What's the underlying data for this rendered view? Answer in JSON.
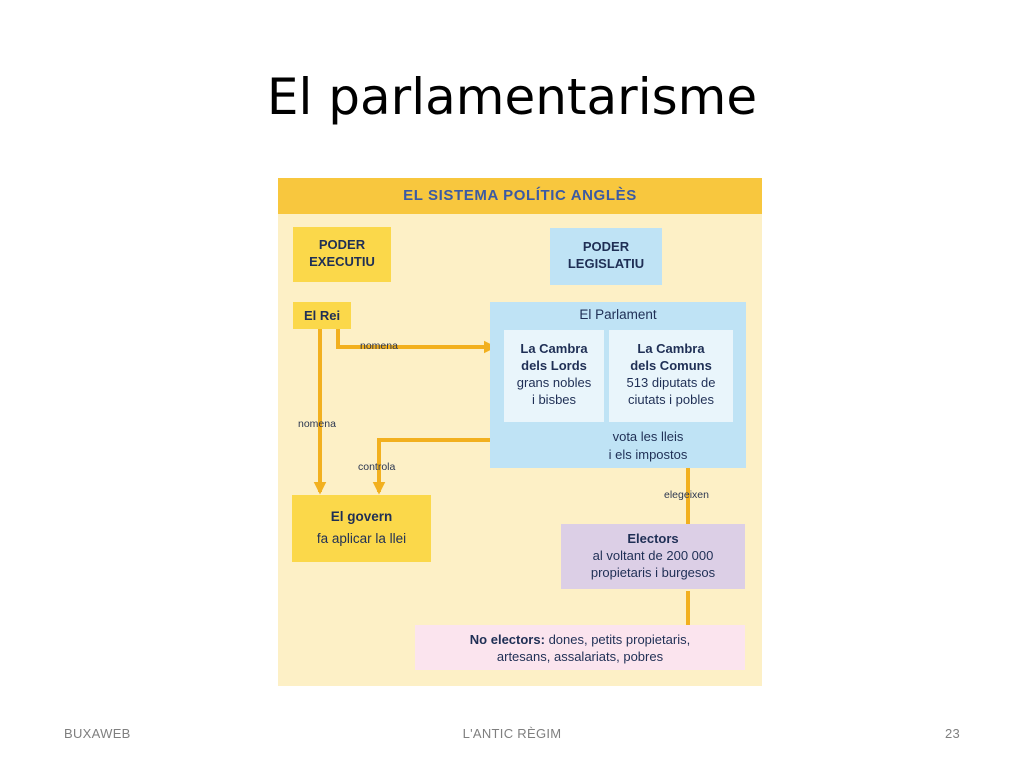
{
  "slide": {
    "title": "El parlamentarisme",
    "footer_left": "BUXAWEB",
    "footer_center": "L'ANTIC RÈGIM",
    "footer_right": "23"
  },
  "diagram": {
    "header": "EL SISTEMA POLÍTIC ANGLÈS",
    "poder_executiu": [
      "PODER",
      "EXECUTIU"
    ],
    "poder_legislatiu": [
      "PODER",
      "LEGISLATIU"
    ],
    "el_rei": "El Rei",
    "parlament": {
      "title": "El Parlament",
      "lords": {
        "title_1": "La Cambra",
        "title_2": "dels Lords",
        "desc_1": "grans nobles",
        "desc_2": "i bisbes"
      },
      "comuns": {
        "title_1": "La Cambra",
        "title_2": "dels Comuns",
        "desc_1": "513 diputats de",
        "desc_2": "ciutats i pobles"
      },
      "function_1": "vota les lleis",
      "function_2": "i els impostos"
    },
    "govern": {
      "title": "El govern",
      "desc": "fa aplicar la llei"
    },
    "electors": {
      "title": "Electors",
      "desc_1": "al voltant de 200 000",
      "desc_2": "propietaris i burgesos"
    },
    "no_electors": {
      "label": "No electors:",
      "desc_1": "dones, petits propietaris,",
      "desc_2": "artesans, assalariats, pobres"
    },
    "arrow_labels": {
      "nomena_parlament": "nomena",
      "nomena_govern": "nomena",
      "controla": "controla",
      "elegeixen": "elegeixen"
    },
    "colors": {
      "background": "#fdf0c6",
      "header": "#f8c73e",
      "header_text": "#3b5aa3",
      "executive": "#fbd84a",
      "legislative": "#bfe3f5",
      "chamber_card": "#e9f5fb",
      "electors": "#dccfe6",
      "no_electors": "#fbe4ee",
      "arrows": "#f2b01e"
    }
  }
}
